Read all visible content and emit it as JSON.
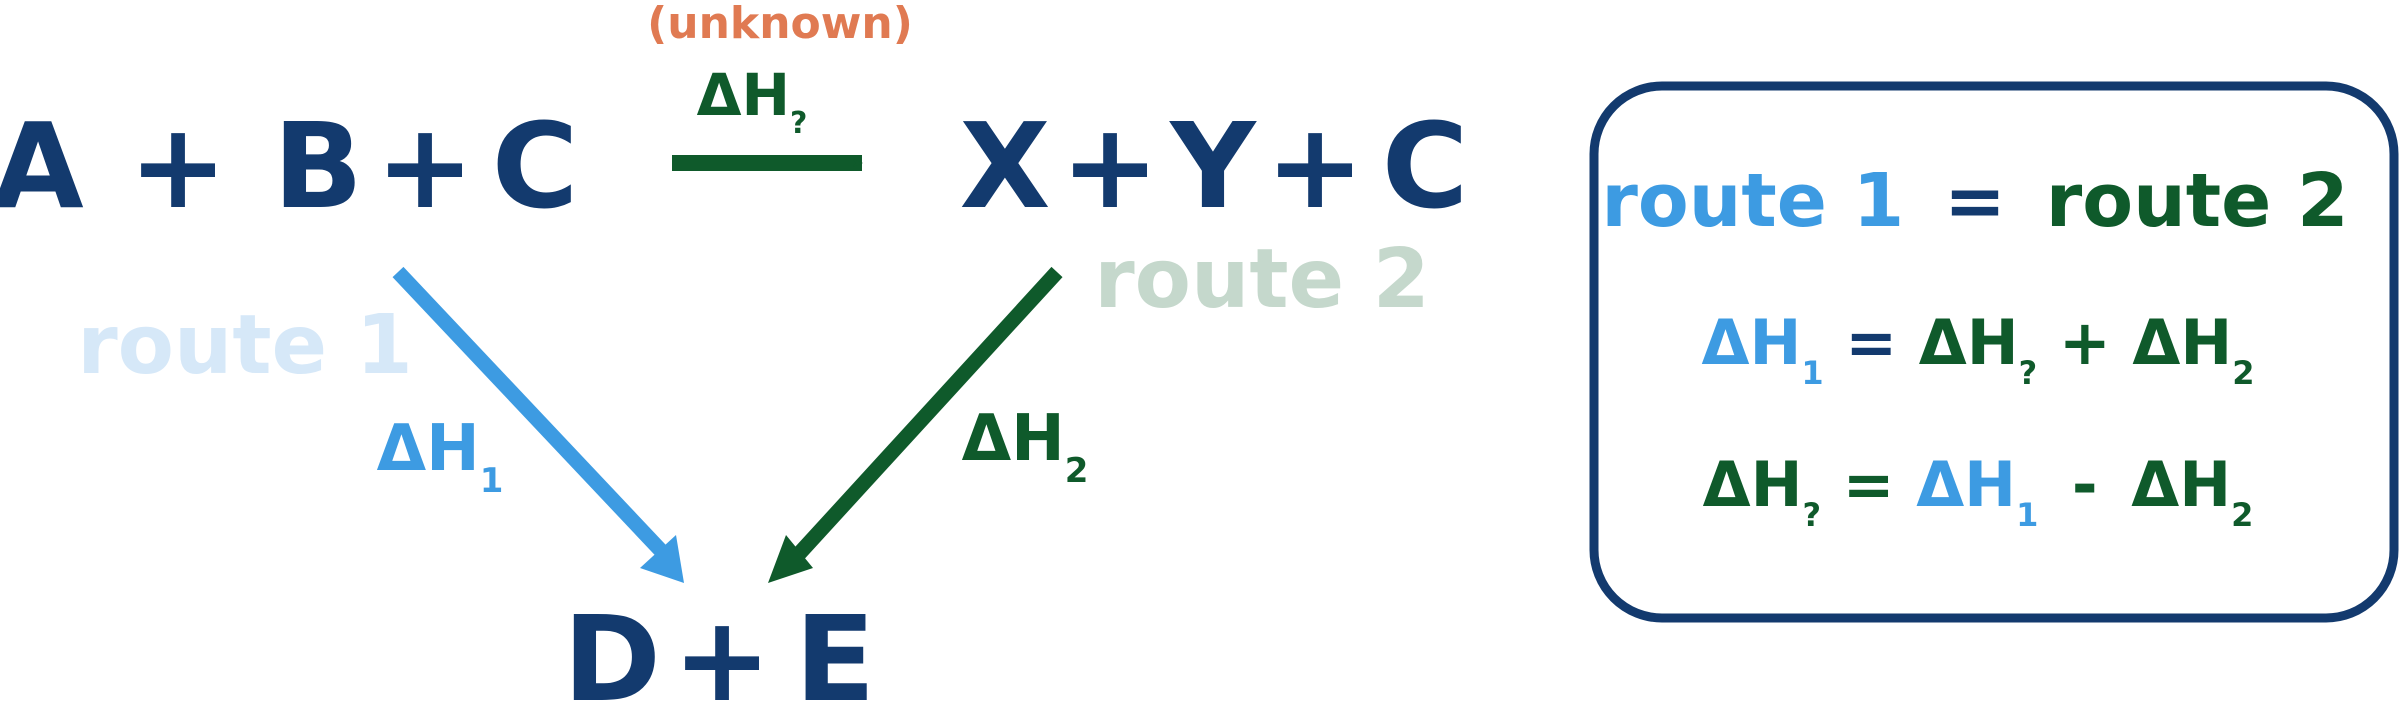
{
  "colors": {
    "navy": "#133a6e",
    "green": "#0f5a2b",
    "blue": "#3d9be2",
    "orange": "#e07a52",
    "light_blue": "#d6e8f8",
    "light_green": "#c5d8cc",
    "white": "#ffffff"
  },
  "reaction": {
    "reactants": [
      "A",
      "+",
      "B",
      "+",
      "C"
    ],
    "intermediates": [
      "X",
      "+",
      "Y",
      "+",
      "C"
    ],
    "products": [
      "D",
      "+",
      "E"
    ],
    "unknown_label": "(unknown)",
    "top_arrow": {
      "delta": "ΔH",
      "sub": "?"
    },
    "route1": {
      "label": "route 1",
      "delta": "ΔH",
      "sub": "1"
    },
    "route2": {
      "label": "route 2",
      "delta": "ΔH",
      "sub": "2"
    }
  },
  "summary_box": {
    "heading": {
      "route1": "route 1",
      "equals": "=",
      "route2": "route 2"
    },
    "eq1": {
      "term1": {
        "delta": "ΔH",
        "sub": "1"
      },
      "op1": "=",
      "term2": {
        "delta": "ΔH",
        "sub": "?"
      },
      "op2": "+",
      "term3": {
        "delta": "ΔH",
        "sub": "2"
      }
    },
    "eq2": {
      "term1": {
        "delta": "ΔH",
        "sub": "?"
      },
      "op1": "=",
      "term2": {
        "delta": "ΔH",
        "sub": "1"
      },
      "op2": "-",
      "term3": {
        "delta": "ΔH",
        "sub": "2"
      }
    }
  }
}
